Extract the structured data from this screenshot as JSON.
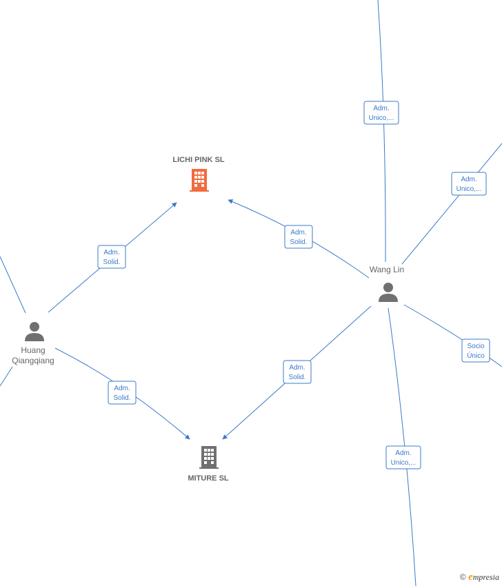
{
  "nodes": {
    "lichi": {
      "label": "LICHI PINK  SL",
      "type": "company",
      "color": "#f26a3d"
    },
    "miture": {
      "label": "MITURE  SL",
      "type": "company",
      "color": "#707070"
    },
    "wang": {
      "label": "Wang Lin",
      "type": "person",
      "color": "#707070"
    },
    "huang": {
      "label_line1": "Huang",
      "label_line2": "Qiangqiang",
      "type": "person",
      "color": "#707070"
    }
  },
  "edge_labels": {
    "top_wang": [
      "Adm.",
      "Unico,..."
    ],
    "right_wang": [
      "Adm.",
      "Unico,..."
    ],
    "wang_lichi": [
      "Adm.",
      "Solid."
    ],
    "huang_lichi": [
      "Adm.",
      "Solid."
    ],
    "wang_miture": [
      "Adm.",
      "Solid."
    ],
    "huang_miture": [
      "Adm.",
      "Solid."
    ],
    "wang_socio": [
      "Socio",
      "Único"
    ],
    "bottom_wang": [
      "Adm.",
      "Unico,..."
    ]
  },
  "edge_color": "#3a78c9",
  "footer": {
    "copyright": "©",
    "brand_initial": "e",
    "brand_rest": "mpresia"
  }
}
